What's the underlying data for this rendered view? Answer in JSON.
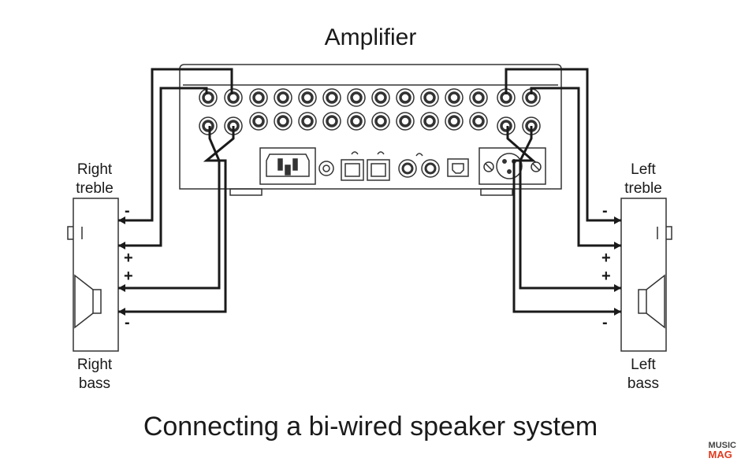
{
  "title": "Amplifier",
  "caption": "Connecting a bi-wired speaker system",
  "labels": {
    "right_treble": [
      "Right",
      "treble"
    ],
    "right_bass": [
      "Right",
      "bass"
    ],
    "left_treble": [
      "Left",
      "treble"
    ],
    "left_bass": [
      "Left",
      "bass"
    ]
  },
  "terminal_signs": {
    "right": [
      "-",
      "+",
      "+",
      "-"
    ],
    "left": [
      "-",
      "+",
      "+",
      "-"
    ]
  },
  "watermark": [
    "MUSIC",
    "MAG"
  ],
  "colors": {
    "line": "#1a1a1a",
    "watermark_accent": "#e03a1e"
  }
}
